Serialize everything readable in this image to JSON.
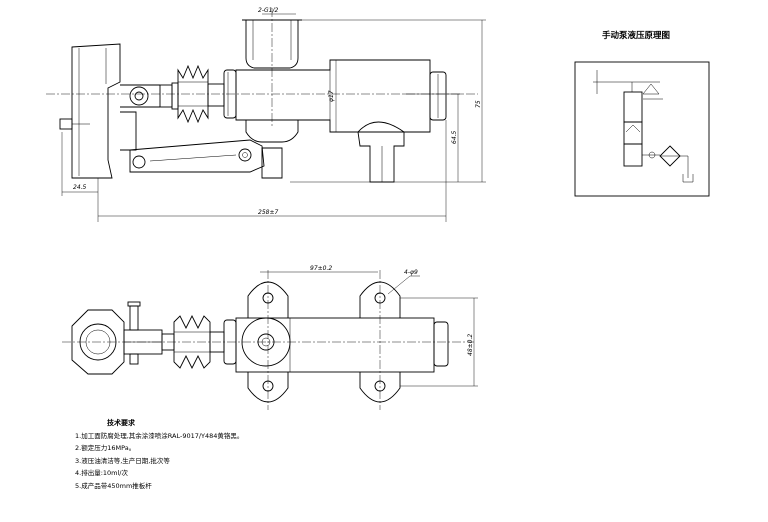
{
  "schematic": {
    "title": "手动泵液压原理图"
  },
  "dimensions": {
    "port_thread": "2-G1/2",
    "bore": "φ17",
    "height_total": "75",
    "axis_height": "64.5",
    "offset_left": "24.5",
    "length_total": "258±7",
    "hole_spacing": "97±0.2",
    "mount_holes": "4-φ9",
    "mount_spacing": "48±0.2"
  },
  "requirements": {
    "title": "技术要求",
    "items": [
      "1.加工面防腐处理,其余涂漆喷涂RAL-9017/Y484黄铬黑。",
      "2.额定压力16MPa。",
      "3.液压油清洁等,生产日期,批次等",
      "4.排出量:10ml/次",
      "5.成产品带450mm推板杆"
    ]
  }
}
